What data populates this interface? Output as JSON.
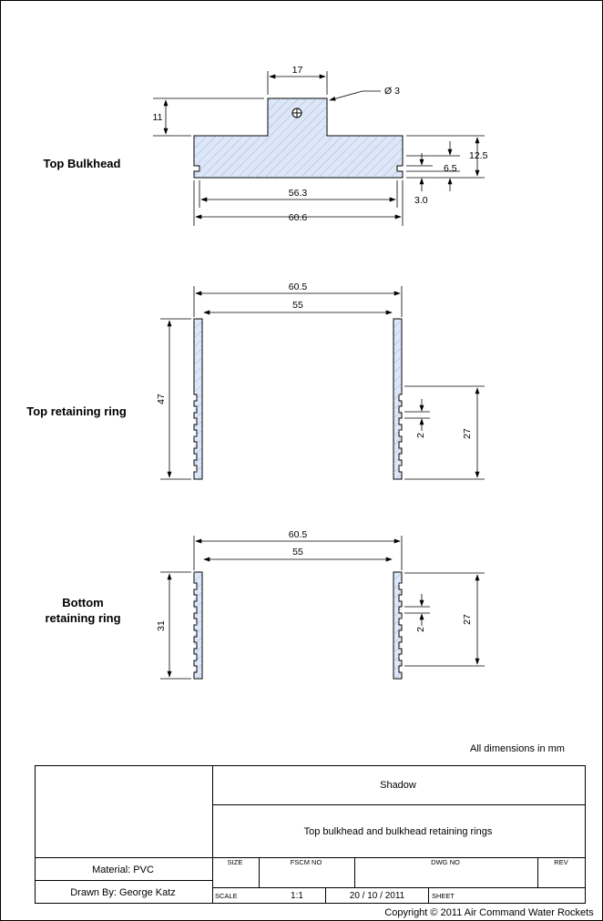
{
  "labels": {
    "top_bulkhead": "Top Bulkhead",
    "top_ring": "Top retaining ring",
    "bottom_ring_line1": "Bottom",
    "bottom_ring_line2": "retaining ring"
  },
  "bulkhead_dims": {
    "boss_width": "17",
    "hole": "Ø 3",
    "boss_height": "11",
    "total_height": "12.5",
    "groove_pitch": "6.5",
    "groove_width": "3.0",
    "inner_width": "56.3",
    "outer_width": "60.6"
  },
  "top_ring_dims": {
    "outer_width": "60.5",
    "inner_width": "55",
    "height": "47",
    "slot_width": "2",
    "slot_zone": "27"
  },
  "bottom_ring_dims": {
    "outer_width": "60.5",
    "inner_width": "55",
    "height": "31",
    "slot_width": "2",
    "slot_zone": "27"
  },
  "units_note": "All dimensions in mm",
  "title_block": {
    "title": "Shadow",
    "description": "Top bulkhead and bulkhead retaining rings",
    "material": "Material: PVC",
    "drawn_by": "Drawn By: George Katz",
    "size_label": "SIZE",
    "fscm_label": "FSCM NO",
    "dwg_label": "DWG NO",
    "rev_label": "REV",
    "scale_label": "SCALE",
    "scale_value": "1:1",
    "date": "20 / 10 / 2011",
    "sheet_label": "SHEET"
  },
  "copyright": "Copyright © 2011 Air Command Water Rockets"
}
